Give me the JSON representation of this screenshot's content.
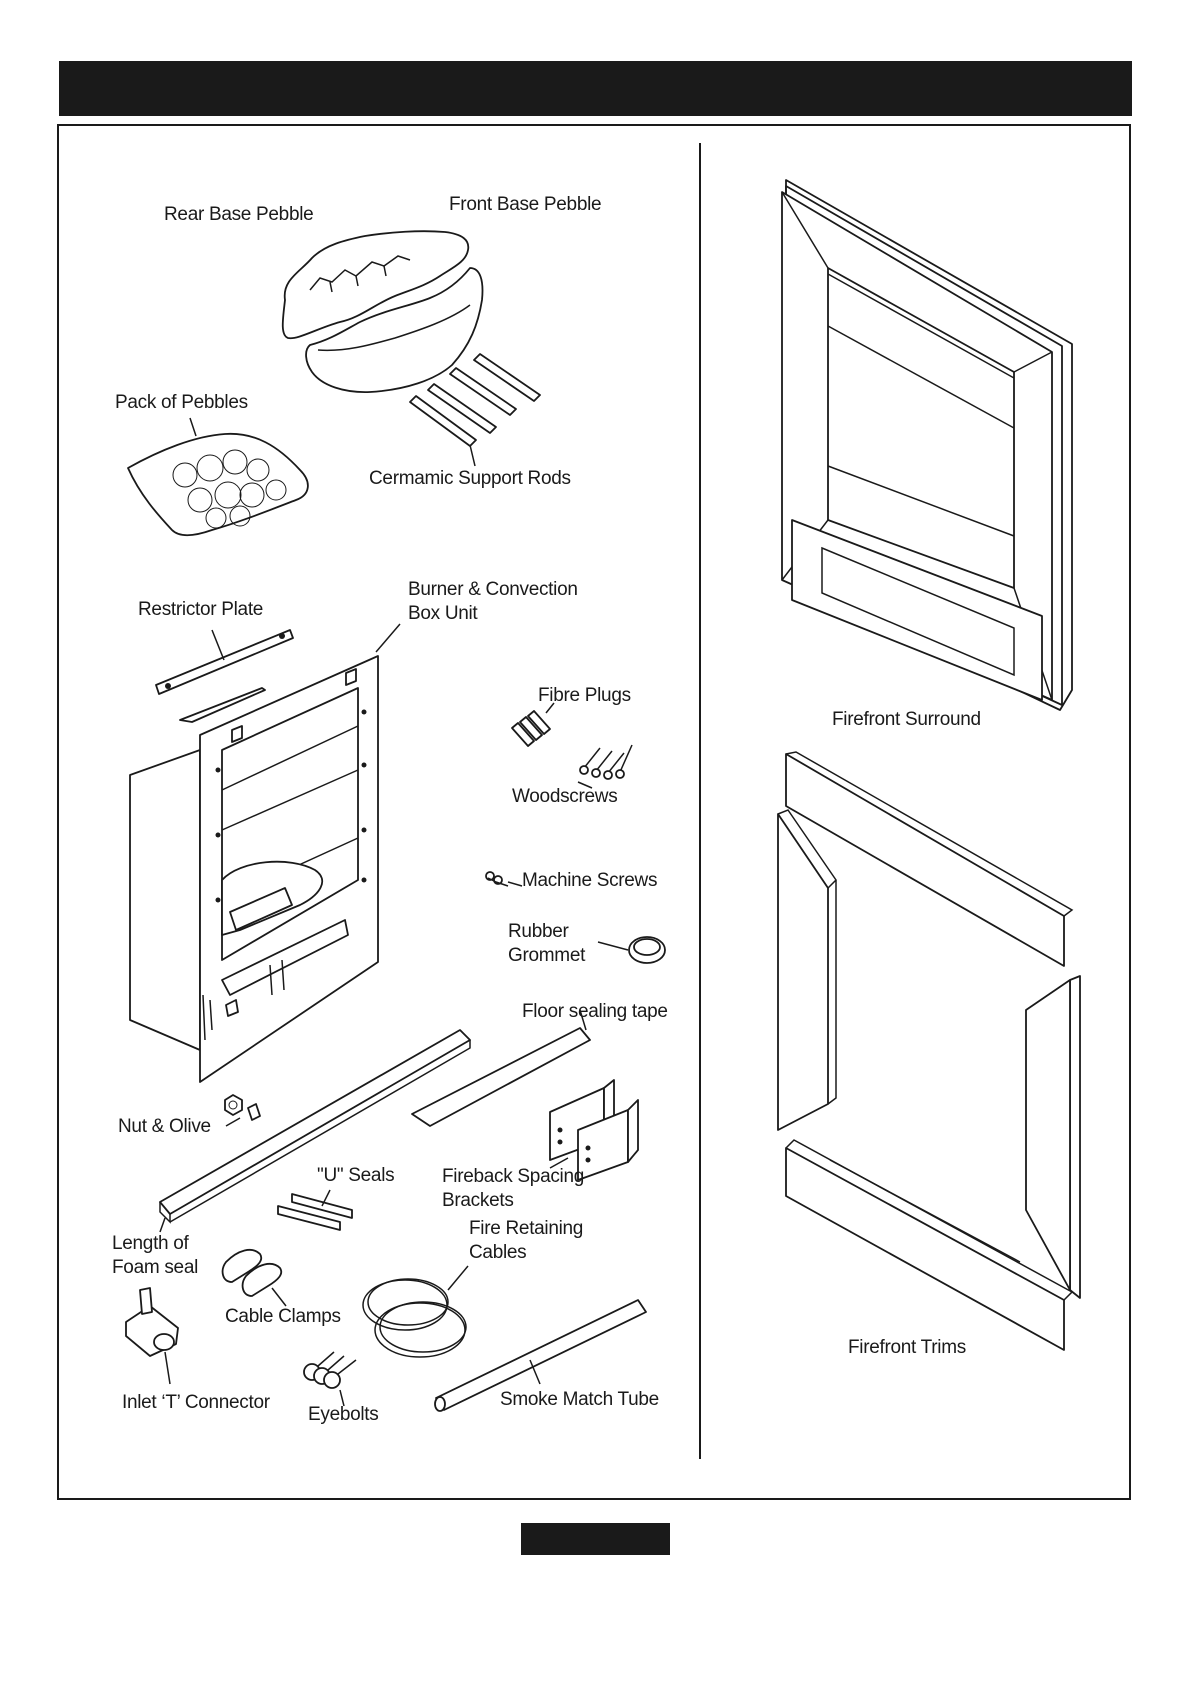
{
  "parts_left": {
    "rear_base_pebble": "Rear Base Pebble",
    "front_base_pebble": "Front Base Pebble",
    "pack_of_pebbles": "Pack of Pebbles",
    "ceramic_support_rods": "Cermamic Support Rods",
    "restrictor_plate": "Restrictor Plate",
    "burner_box_line1": "Burner & Convection",
    "burner_box_line2": "Box Unit",
    "fibre_plugs": "Fibre Plugs",
    "woodscrews": "Woodscrews",
    "machine_screws": "Machine Screws",
    "rubber_grommet_line1": "Rubber",
    "rubber_grommet_line2": "Grommet",
    "floor_sealing_tape": "Floor sealing tape",
    "nut_olive": "Nut & Olive",
    "u_seals": "\"U\" Seals",
    "fireback_brackets_line1": "Fireback Spacing",
    "fireback_brackets_line2": "Brackets",
    "fire_cables_line1": "Fire Retaining",
    "fire_cables_line2": "Cables",
    "foam_seal_line1": "Length of",
    "foam_seal_line2": "Foam seal",
    "cable_clamps": "Cable Clamps",
    "inlet_t_connector": "Inlet ‘T’ Connector",
    "eyebolts": "Eyebolts",
    "smoke_match_tube": "Smoke Match Tube"
  },
  "parts_right": {
    "firefront_surround": "Firefront Surround",
    "firefront_trims": "Firefront Trims"
  }
}
